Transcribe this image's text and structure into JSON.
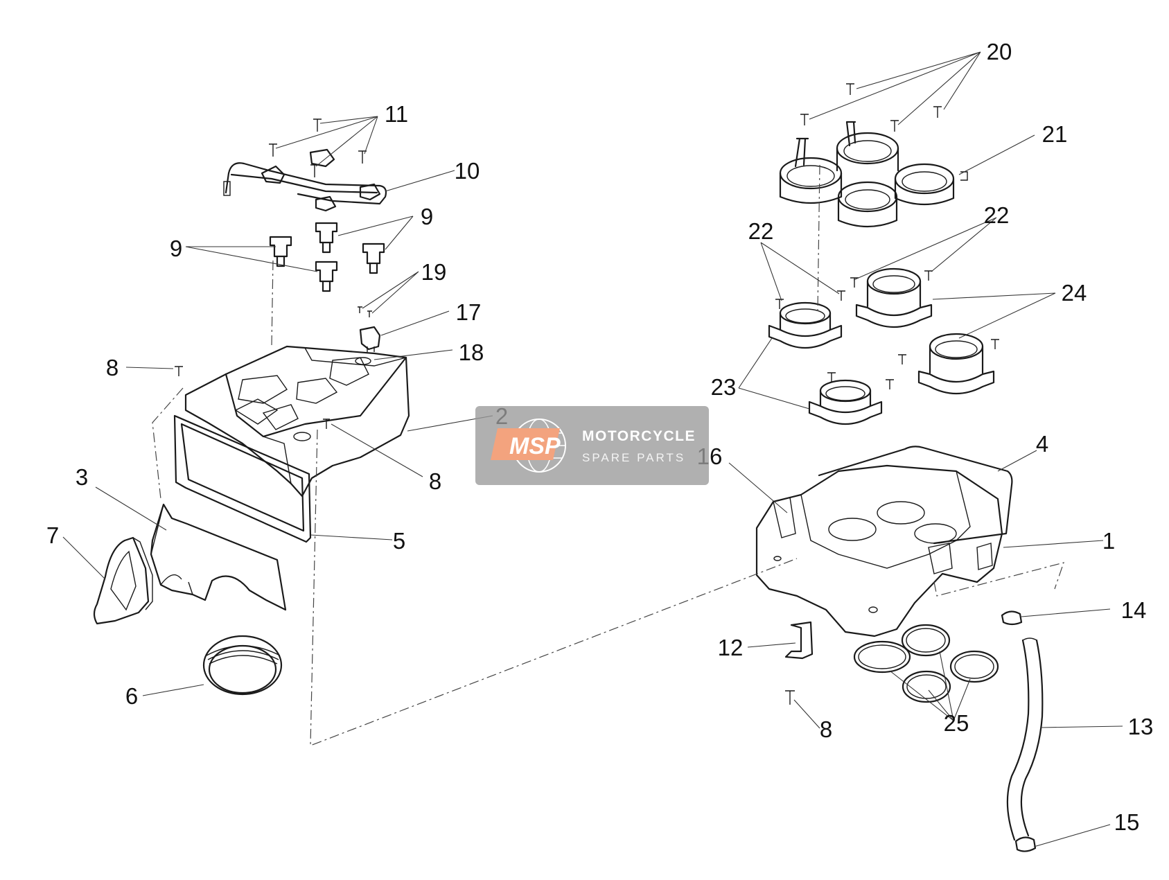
{
  "watermark": {
    "logo_text": "MSP",
    "line1": "MOTORCYCLE",
    "line2": "SPARE PARTS",
    "bg_color": "#9a9a9a",
    "accent_color": "#f08a5a"
  },
  "callouts": {
    "c1": "1",
    "c2": "2",
    "c3": "3",
    "c4": "4",
    "c5": "5",
    "c6": "6",
    "c7": "7",
    "c8a": "8",
    "c8b": "8",
    "c8c": "8",
    "c9a": "9",
    "c9b": "9",
    "c10": "10",
    "c11": "11",
    "c12": "12",
    "c13": "13",
    "c14": "14",
    "c15": "15",
    "c16": "16",
    "c17": "17",
    "c18": "18",
    "c19": "19",
    "c20": "20",
    "c21": "21",
    "c22a": "22",
    "c22b": "22",
    "c23": "23",
    "c24": "24",
    "c25": "25"
  }
}
